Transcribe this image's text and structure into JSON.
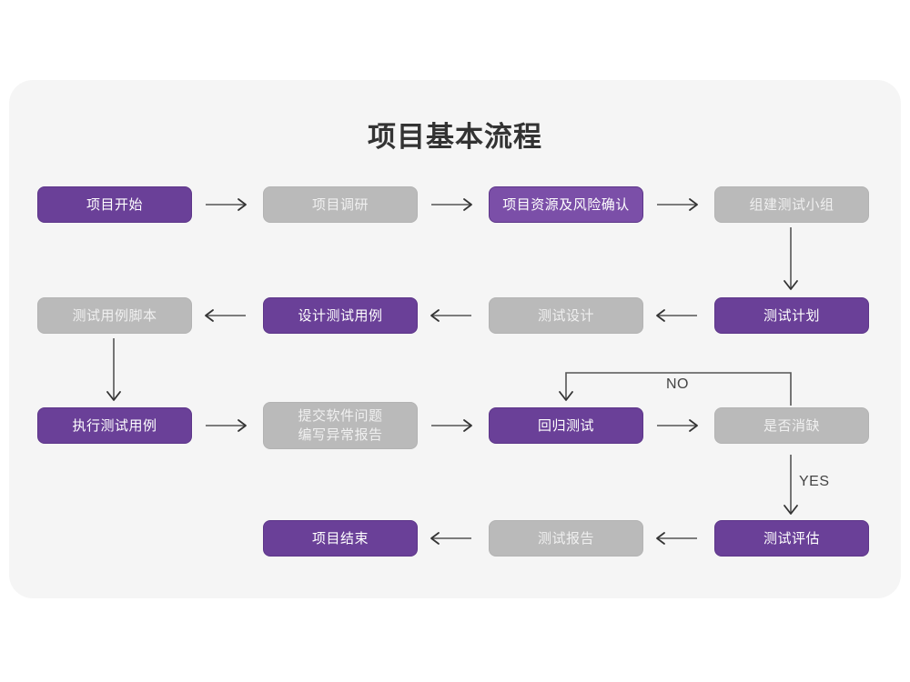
{
  "page": {
    "title": "项目基本流程",
    "panel_bg": "#f5f5f5",
    "canvas_bg": "#ffffff"
  },
  "colors": {
    "purple": "#6a4098",
    "purple_light": "#7b4fa8",
    "purple_border": "#5d3689",
    "gray": "#bababa",
    "gray_text": "#f0f0f0",
    "arrow": "#555555",
    "title_text": "#333333"
  },
  "nodes": {
    "n1": {
      "label": "项目开始",
      "style": "purple"
    },
    "n2": {
      "label": "项目调研",
      "style": "gray"
    },
    "n3": {
      "label": "项目资源及风险确认",
      "style": "purple-light"
    },
    "n4": {
      "label": "组建测试小组",
      "style": "gray"
    },
    "n5": {
      "label": "测试计划",
      "style": "purple"
    },
    "n6": {
      "label": "测试设计",
      "style": "gray"
    },
    "n7": {
      "label": "设计测试用例",
      "style": "purple"
    },
    "n8": {
      "label": "测试用例脚本",
      "style": "gray"
    },
    "n9": {
      "label": "执行测试用例",
      "style": "purple"
    },
    "n10": {
      "label": "提交软件问题\n编写异常报告",
      "style": "gray"
    },
    "n11": {
      "label": "回归测试",
      "style": "purple"
    },
    "n12": {
      "label": "是否消缺",
      "style": "gray"
    },
    "n13": {
      "label": "测试评估",
      "style": "purple"
    },
    "n14": {
      "label": "测试报告",
      "style": "gray"
    },
    "n15": {
      "label": "项目结束",
      "style": "purple"
    }
  },
  "branches": {
    "no": "NO",
    "yes": "YES"
  },
  "flow": {
    "row1": [
      "项目开始",
      "项目调研",
      "项目资源及风险确认",
      "组建测试小组"
    ],
    "row2": [
      "测试计划",
      "测试设计",
      "设计测试用例",
      "测试用例脚本"
    ],
    "row3": [
      "执行测试用例",
      "提交软件问题 编写异常报告",
      "回归测试",
      "是否消缺"
    ],
    "row4": [
      "测试评估",
      "测试报告",
      "项目结束"
    ]
  }
}
